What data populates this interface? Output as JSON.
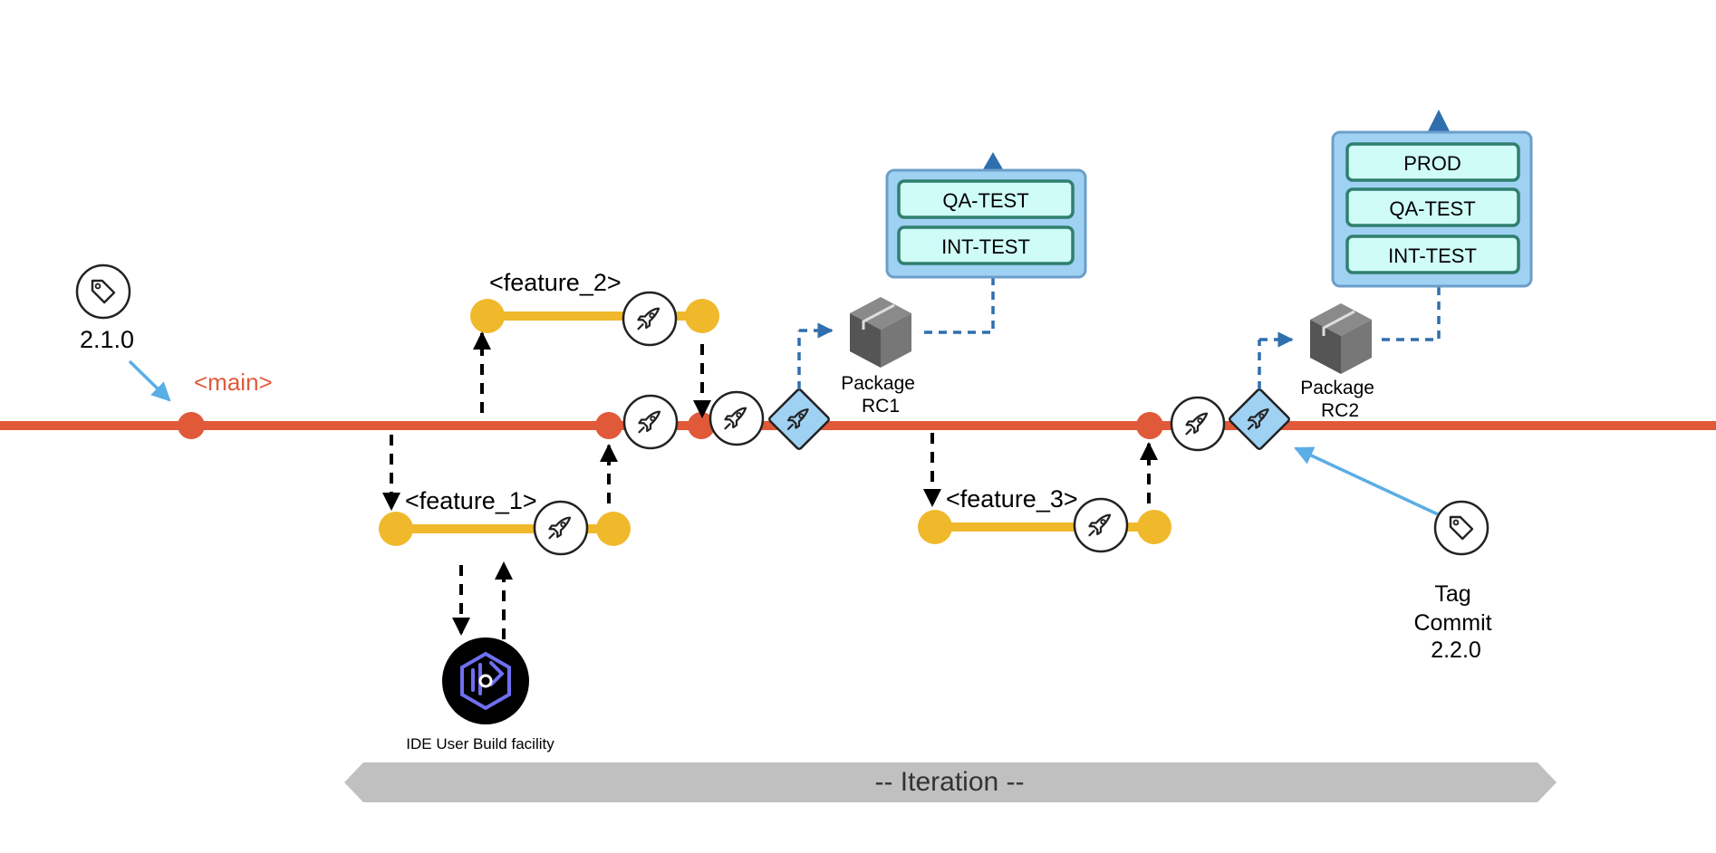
{
  "colors": {
    "main_branch": "#e05a3a",
    "feature_branch": "#f0b92b",
    "tag_arrow": "#5aaee6",
    "deploy_arrow": "#2f6fae",
    "env_panel_fill": "#9fd1f3",
    "env_panel_border": "#6b9fc9",
    "env_button_fill": "#cffcf7",
    "env_button_border": "#2f7f6f",
    "iteration_bar": "#c0c0c0",
    "package_icon": "#707070",
    "ide_icon_bg": "#000000",
    "ide_icon_accent": "#6f6ff0"
  },
  "tags": {
    "start_tag": {
      "label": "2.1.0",
      "icon": "tag-icon"
    },
    "end_tag": {
      "label_lines": [
        "Tag",
        "Commit",
        "2.2.0"
      ],
      "icon": "tag-icon"
    }
  },
  "branches": {
    "main": {
      "label": "<main>"
    },
    "feature_1": {
      "label": "<feature_1>"
    },
    "feature_2": {
      "label": "<feature_2>"
    },
    "feature_3": {
      "label": "<feature_3>"
    }
  },
  "packages": [
    {
      "label_lines": [
        "Package",
        "RC1"
      ],
      "icon": "package-icon",
      "environments": [
        "QA-TEST",
        "INT-TEST"
      ]
    },
    {
      "label_lines": [
        "Package",
        "RC2"
      ],
      "icon": "package-icon",
      "environments": [
        "PROD",
        "QA-TEST",
        "INT-TEST"
      ]
    }
  ],
  "ide": {
    "label": "IDE User Build facility",
    "icon": "ide-build-icon"
  },
  "iteration": {
    "label": "-- Iteration --"
  },
  "icons": {
    "build": "rocket-icon",
    "release": "rocket-diamond-icon"
  }
}
